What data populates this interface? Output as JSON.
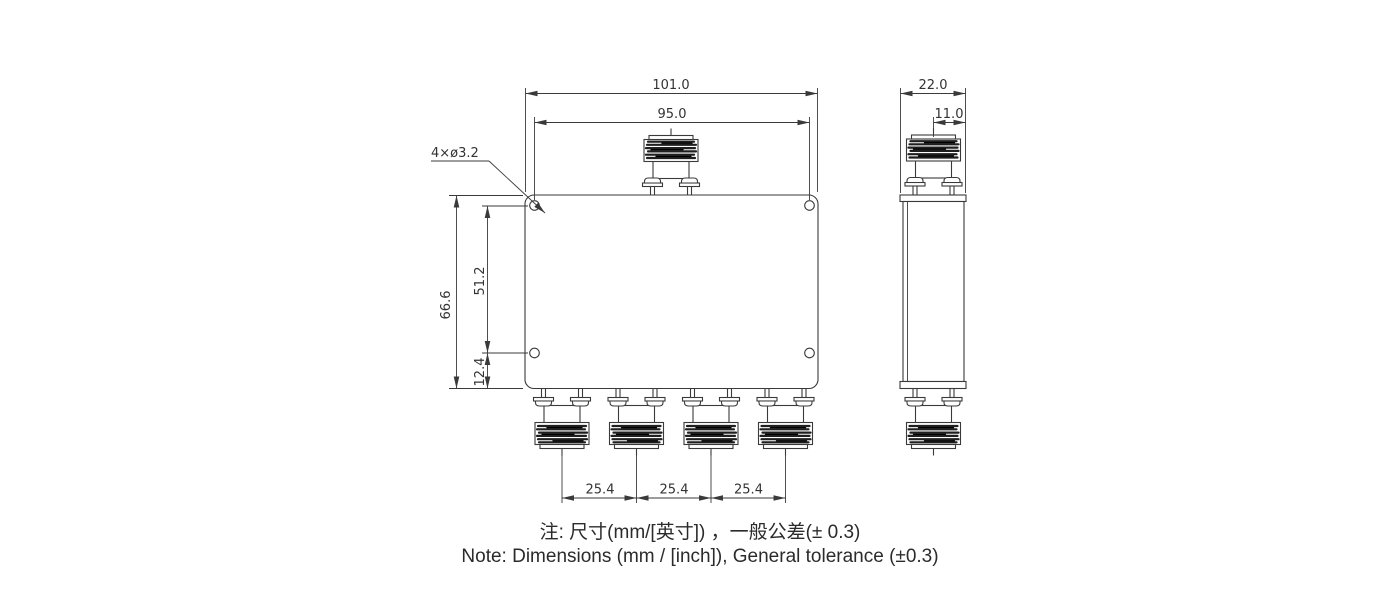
{
  "drawing": {
    "front_view": {
      "dim_width": "101.0",
      "dim_hole_span": "95.0",
      "dim_height": "66.6",
      "dim_hole_span_v": "51.2",
      "dim_hole_offset": "12.4",
      "dim_port_pitch": "25.4",
      "hole_callout": "4×ø3.2"
    },
    "side_view": {
      "dim_depth": "22.0",
      "dim_port_center": "11.0"
    }
  },
  "notes": {
    "zh": "注: 尺寸(mm/[英寸]) ，一般公差(± 0.3)",
    "en": "Note: Dimensions (mm / [inch]), General tolerance (±0.3)"
  },
  "colors": {
    "line": "#3a3a3a",
    "text": "#333333",
    "background": "#ffffff"
  }
}
